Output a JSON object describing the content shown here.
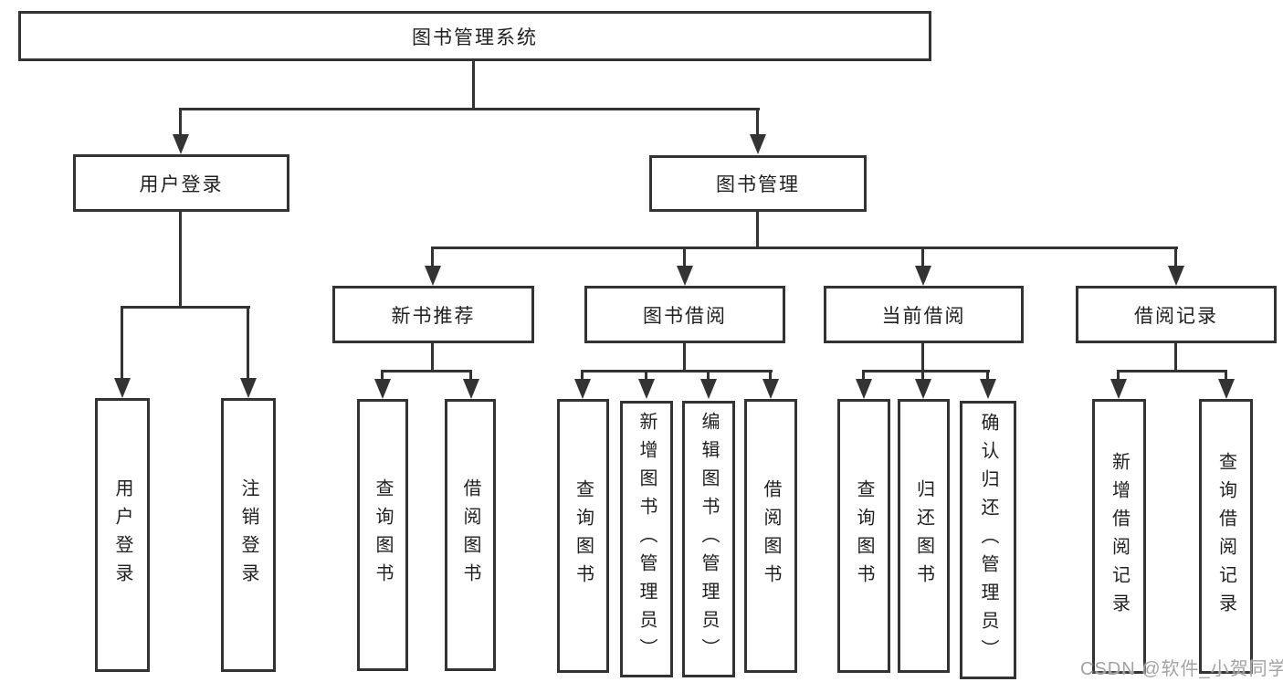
{
  "diagram": {
    "type": "tree",
    "colors": {
      "line": "#333333",
      "node_border": "#333333",
      "node_fill": "#ffffff",
      "text": "#1f1f1f",
      "watermark": "#a3a3a3"
    },
    "watermark": "CSDN @软件_小贺同学",
    "root": {
      "label": "图书管理系统",
      "children": [
        {
          "label": "用户登录",
          "children": [
            {
              "label": "用户登录"
            },
            {
              "label": "注销登录"
            }
          ]
        },
        {
          "label": "图书管理",
          "children": [
            {
              "label": "新书推荐",
              "children": [
                {
                  "label": "查询图书"
                },
                {
                  "label": "借阅图书"
                }
              ]
            },
            {
              "label": "图书借阅",
              "children": [
                {
                  "label": "查询图书"
                },
                {
                  "label": "新增图书（管理员）"
                },
                {
                  "label": "编辑图书（管理员）"
                },
                {
                  "label": "借阅图书"
                }
              ]
            },
            {
              "label": "当前借阅",
              "children": [
                {
                  "label": "查询图书"
                },
                {
                  "label": "归还图书"
                },
                {
                  "label": "确认归还（管理员）"
                }
              ]
            },
            {
              "label": "借阅记录",
              "children": [
                {
                  "label": "新增借阅记录"
                },
                {
                  "label": "查询借阅记录"
                }
              ]
            }
          ]
        }
      ]
    }
  }
}
